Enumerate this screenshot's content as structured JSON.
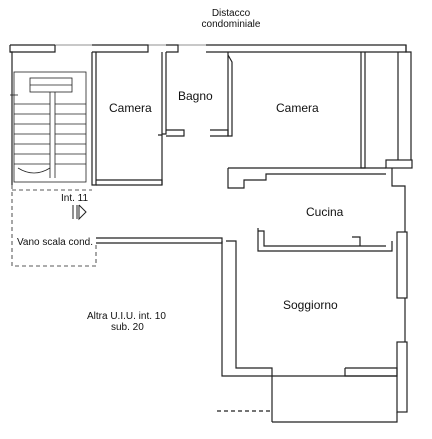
{
  "drawing": {
    "line_color": "#222222",
    "background": "#ffffff"
  },
  "labels": {
    "top_note_line1": "Distacco",
    "top_note_line2": "condominiale",
    "room_camera_left": "Camera",
    "room_bagno": "Bagno",
    "room_camera_right": "Camera",
    "room_cucina": "Cucina",
    "room_soggiorno": "Soggiorno",
    "unit_number": "Int. 11",
    "stairwell": "Vano scala cond.",
    "other_unit_line1": "Altra U.I.U. int. 10",
    "other_unit_line2": "sub. 20"
  }
}
